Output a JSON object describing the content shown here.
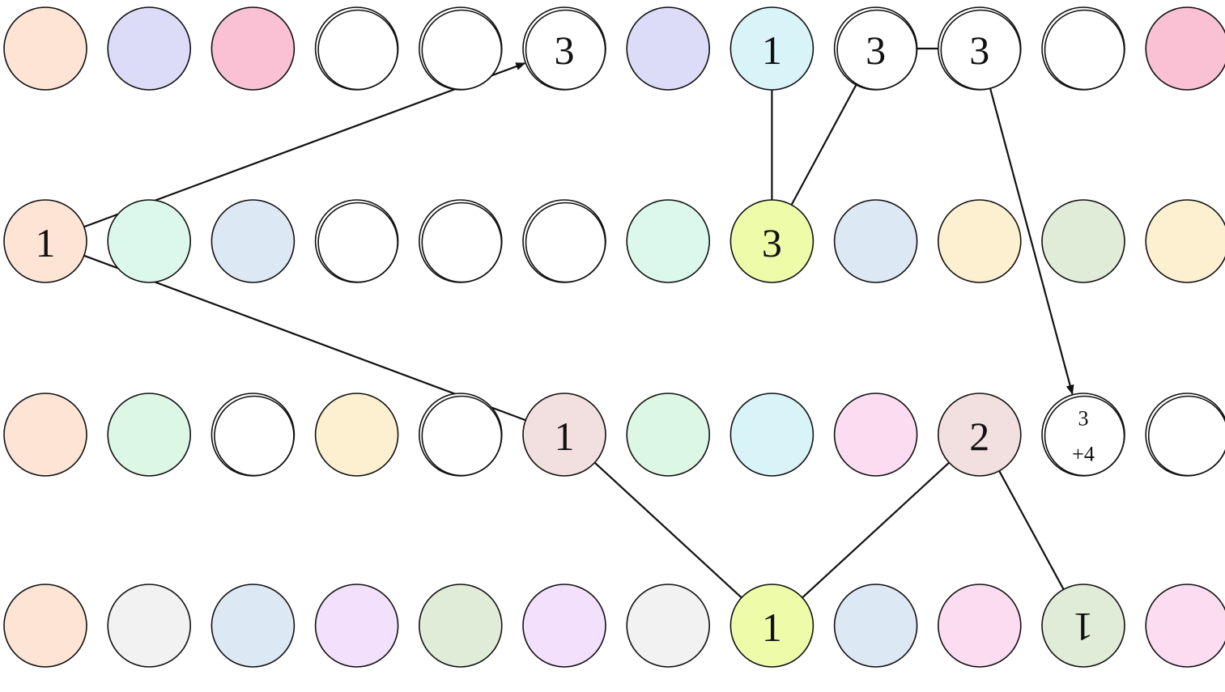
{
  "board": {
    "rows": [
      [
        {
          "fill": "#fde4d4",
          "label": ""
        },
        {
          "fill": "#dcdcf8",
          "label": ""
        },
        {
          "fill": "#fac0d4",
          "label": ""
        },
        {
          "fill": "#ffffff",
          "label": "",
          "ring": "double"
        },
        {
          "fill": "#ffffff",
          "label": "",
          "ring": "double"
        },
        {
          "fill": "#ffffff",
          "label": "3",
          "ring": "double"
        },
        {
          "fill": "#dcdcf8",
          "label": ""
        },
        {
          "fill": "#d8f4f8",
          "label": "1"
        },
        {
          "fill": "#ffffff",
          "label": "3",
          "ring": "double"
        },
        {
          "fill": "#ffffff",
          "label": "3",
          "ring": "double"
        },
        {
          "fill": "#ffffff",
          "label": "",
          "ring": "double"
        },
        {
          "fill": "#fac0d4",
          "label": ""
        }
      ],
      [
        {
          "fill": "#fde4d4",
          "label": "1"
        },
        {
          "fill": "#dcf8ec",
          "label": ""
        },
        {
          "fill": "#dde8f5",
          "label": ""
        },
        {
          "fill": "#ffffff",
          "label": "",
          "ring": "double"
        },
        {
          "fill": "#ffffff",
          "label": "",
          "ring": "double"
        },
        {
          "fill": "#ffffff",
          "label": "",
          "ring": "double"
        },
        {
          "fill": "#dcf8ec",
          "label": ""
        },
        {
          "fill": "#eefcaa",
          "label": "3"
        },
        {
          "fill": "#dde8f5",
          "label": ""
        },
        {
          "fill": "#fdf0d0",
          "label": ""
        },
        {
          "fill": "#e0ecd8",
          "label": ""
        },
        {
          "fill": "#fdf0d0",
          "label": ""
        }
      ],
      [
        {
          "fill": "#fde4d4",
          "label": ""
        },
        {
          "fill": "#dcf8e4",
          "label": ""
        },
        {
          "fill": "#ffffff",
          "label": "",
          "ring": "double"
        },
        {
          "fill": "#fdf0d0",
          "label": ""
        },
        {
          "fill": "#ffffff",
          "label": "",
          "ring": "double"
        },
        {
          "fill": "#f2dfdf",
          "label": "1"
        },
        {
          "fill": "#dcf8e4",
          "label": ""
        },
        {
          "fill": "#d8f4f8",
          "label": ""
        },
        {
          "fill": "#fcdcf0",
          "label": ""
        },
        {
          "fill": "#f2dfdf",
          "label": "2"
        },
        {
          "fill": "#ffffff",
          "label": "3",
          "label2": "+4",
          "ring": "double"
        },
        {
          "fill": "#ffffff",
          "label": "",
          "ring": "double"
        }
      ],
      [
        {
          "fill": "#fde4d4",
          "label": ""
        },
        {
          "fill": "#f2f2f2",
          "label": ""
        },
        {
          "fill": "#dde8f5",
          "label": ""
        },
        {
          "fill": "#f2e0fc",
          "label": ""
        },
        {
          "fill": "#e0ecd8",
          "label": ""
        },
        {
          "fill": "#f2e0fc",
          "label": ""
        },
        {
          "fill": "#f2f2f2",
          "label": ""
        },
        {
          "fill": "#eefcaa",
          "label": "1"
        },
        {
          "fill": "#dde8f5",
          "label": ""
        },
        {
          "fill": "#fcdcf0",
          "label": ""
        },
        {
          "fill": "#e0ecd8",
          "label": "1",
          "rotated": true
        },
        {
          "fill": "#fcdcf0",
          "label": ""
        }
      ]
    ],
    "connectors": [
      {
        "from": [
          1,
          0
        ],
        "to": [
          0,
          5
        ],
        "arrow": true
      },
      {
        "from": [
          1,
          0
        ],
        "to": [
          2,
          5
        ],
        "arrow": false
      },
      {
        "from": [
          0,
          7
        ],
        "to": [
          1,
          7
        ],
        "arrow": false
      },
      {
        "from": [
          0,
          8
        ],
        "to": [
          1,
          7
        ],
        "arrow": false
      },
      {
        "from": [
          0,
          8
        ],
        "to": [
          0,
          9
        ],
        "arrow": false
      },
      {
        "from": [
          0,
          9
        ],
        "to": [
          2,
          10
        ],
        "arrow": true
      },
      {
        "from": [
          2,
          5
        ],
        "to": [
          3,
          7
        ],
        "arrow": false
      },
      {
        "from": [
          2,
          9
        ],
        "to": [
          3,
          7
        ],
        "arrow": false
      },
      {
        "from": [
          2,
          9
        ],
        "to": [
          3,
          10
        ],
        "arrow": false
      }
    ],
    "colors": {
      "stroke": "#111111",
      "background": "#ffffff"
    }
  }
}
